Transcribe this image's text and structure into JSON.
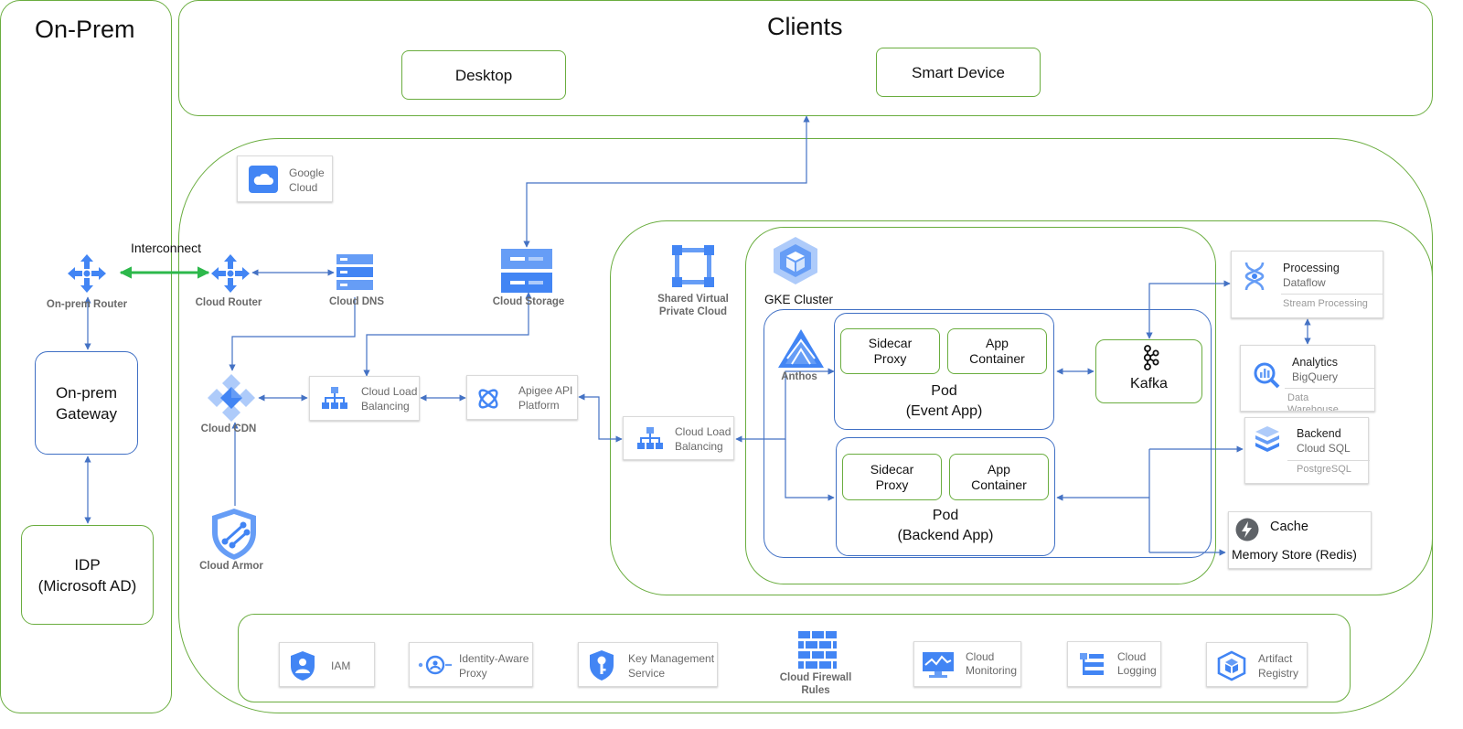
{
  "onprem": {
    "title": "On-Prem",
    "router_label": "On-prem Router",
    "gateway_label": "On-prem Gateway",
    "idp_line1": "IDP",
    "idp_line2": "(Microsoft AD)"
  },
  "clients": {
    "title": "Clients",
    "desktop": "Desktop",
    "smart_device": "Smart Device"
  },
  "interconnect_label": "Interconnect",
  "google_cloud": {
    "line1": "Google",
    "line2": "Cloud"
  },
  "edge": {
    "cloud_router": "Cloud Router",
    "cloud_dns": "Cloud DNS",
    "cloud_storage": "Cloud Storage",
    "cloud_cdn": "Cloud CDN",
    "cloud_armor": "Cloud Armor",
    "clb1_line1": "Cloud Load",
    "clb1_line2": "Balancing",
    "apigee_line1": "Apigee API",
    "apigee_line2": "Platform",
    "clb2_line1": "Cloud Load",
    "clb2_line2": "Balancing"
  },
  "vpc": {
    "line1": "Shared Virtual",
    "line2": "Private Cloud"
  },
  "gke": {
    "title": "GKE Cluster",
    "anthos": "Anthos",
    "event_pod": {
      "sidecar_line1": "Sidecar",
      "sidecar_line2": "Proxy",
      "app_line1": "App",
      "app_line2": "Container",
      "title_line1": "Pod",
      "title_line2": "(Event App)"
    },
    "backend_pod": {
      "sidecar_line1": "Sidecar",
      "sidecar_line2": "Proxy",
      "app_line1": "App",
      "app_line2": "Container",
      "title_line1": "Pod",
      "title_line2": "(Backend App)"
    },
    "kafka": "Kafka"
  },
  "data_services": {
    "processing": {
      "title": "Processing",
      "product": "Dataflow",
      "sub": "Stream Processing"
    },
    "analytics": {
      "title": "Analytics",
      "product": "BigQuery",
      "sub": "Data Warehouse"
    },
    "backend": {
      "title": "Backend",
      "product": "Cloud SQL",
      "sub": "PostgreSQL"
    },
    "cache": {
      "title": "Cache",
      "product": "Memory Store (Redis)"
    }
  },
  "bottom_services": {
    "iam": "IAM",
    "iap_line1": "Identity-Aware",
    "iap_line2": "Proxy",
    "kms_line1": "Key Management",
    "kms_line2": "Service",
    "firewall_line1": "Cloud Firewall",
    "firewall_line2": "Rules",
    "monitoring_line1": "Cloud",
    "monitoring_line2": "Monitoring",
    "logging_line1": "Cloud",
    "logging_line2": "Logging",
    "artifact_line1": "Artifact",
    "artifact_line2": "Registry"
  },
  "colors": {
    "container_green": "#6aad3f",
    "container_blue": "#3f6fc4",
    "arrow_blue": "#4472c4",
    "interconnect_green": "#2db84b",
    "gcp_blue": "#4285f4"
  }
}
